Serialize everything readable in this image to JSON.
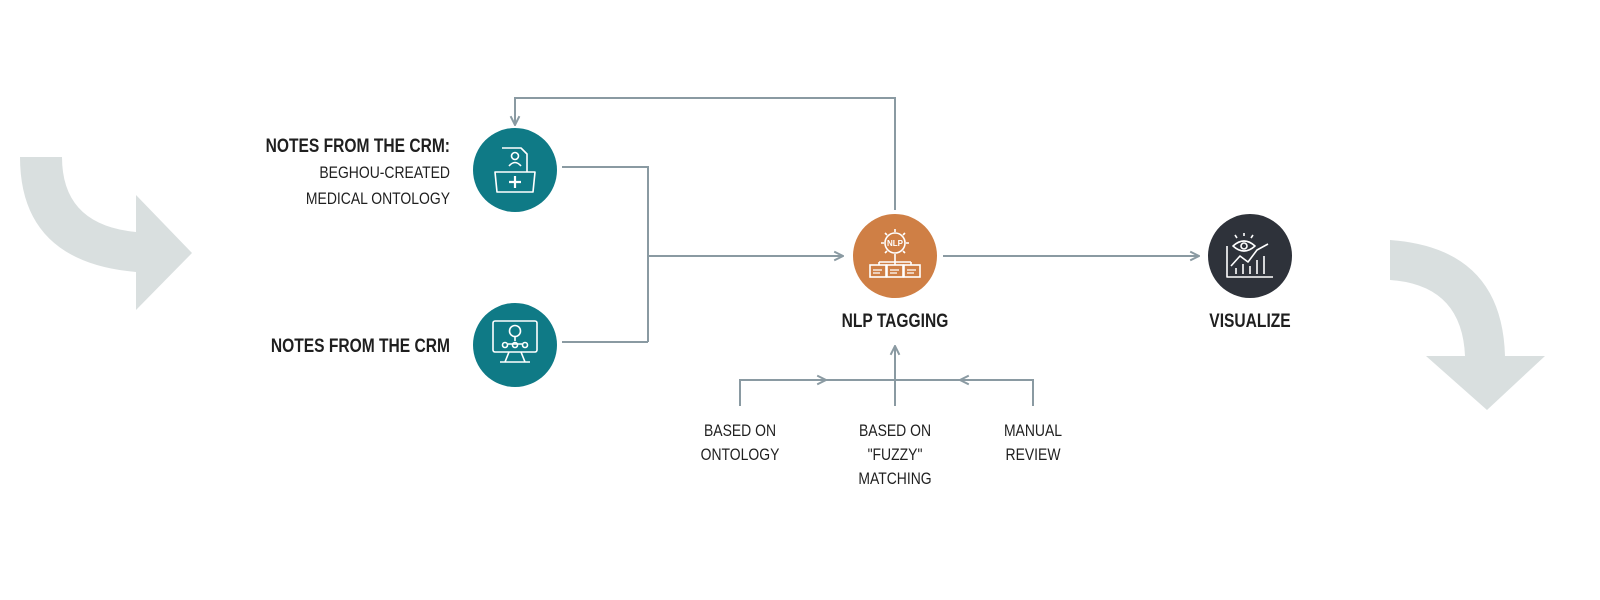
{
  "sources": {
    "crm_ontology": {
      "title": "NOTES FROM THE CRM:",
      "line2": "BEGHOU-CREATED",
      "line3": "MEDICAL ONTOLOGY"
    },
    "crm": {
      "title": "NOTES FROM THE CRM"
    }
  },
  "steps": {
    "nlp": {
      "label": "NLP TAGGING",
      "badge": "NLP"
    },
    "visualize": {
      "label": "VISUALIZE"
    }
  },
  "methods": [
    {
      "lines": [
        "BASED ON",
        "ONTOLOGY"
      ]
    },
    {
      "lines": [
        "BASED ON",
        "\"FUZZY\"",
        "MATCHING"
      ]
    },
    {
      "lines": [
        "MANUAL",
        "REVIEW"
      ]
    }
  ],
  "colors": {
    "teal": "#0f7a86",
    "orange": "#cf7f45",
    "dark": "#2e323a",
    "connector": "#8a9aa2",
    "flow_arrow": "#d9dfdf"
  }
}
